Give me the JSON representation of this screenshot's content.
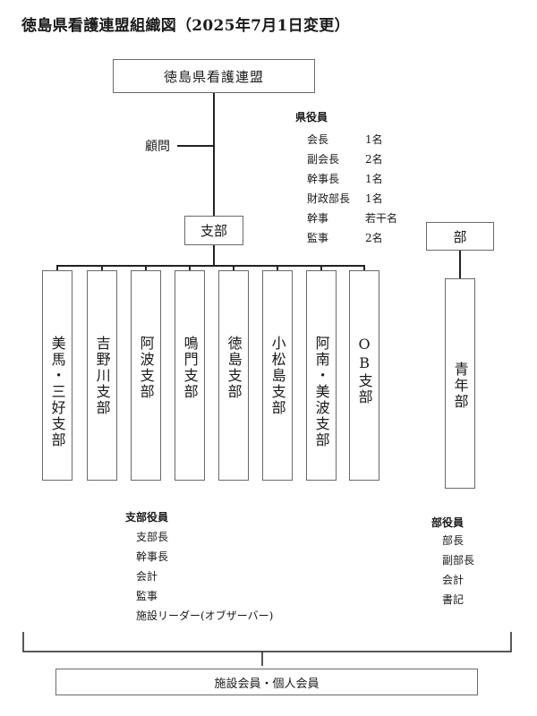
{
  "title": "徳島県看護連盟組織図（2025年7月1日変更）",
  "top_box": "徳島県看護連盟",
  "advisor_label": "顧問",
  "branch_box": "支部",
  "dept_box": "部",
  "prefectural_officers": {
    "heading": "県役員",
    "rows": [
      {
        "role": "会長",
        "count": "1名"
      },
      {
        "role": "副会長",
        "count": "2名"
      },
      {
        "role": "幹事長",
        "count": "1名"
      },
      {
        "role": "財政部長",
        "count": "1名"
      },
      {
        "role": "幹事",
        "count": "若干名"
      },
      {
        "role": "監事",
        "count": "2名"
      }
    ]
  },
  "branches": [
    "美馬・三好支部",
    "吉野川支部",
    "阿波支部",
    "鳴門支部",
    "徳島支部",
    "小松島支部",
    "阿南・美波支部",
    "OB支部"
  ],
  "department": "青年部",
  "branch_officers": {
    "heading": "支部役員",
    "items": [
      "支部長",
      "幹事長",
      "会計",
      "監事",
      "施設リーダー(オブザーバー)"
    ]
  },
  "dept_officers": {
    "heading": "部役員",
    "items": [
      "部長",
      "副部長",
      "会計",
      "書記"
    ]
  },
  "bottom_box": "施設会員・個人会員"
}
